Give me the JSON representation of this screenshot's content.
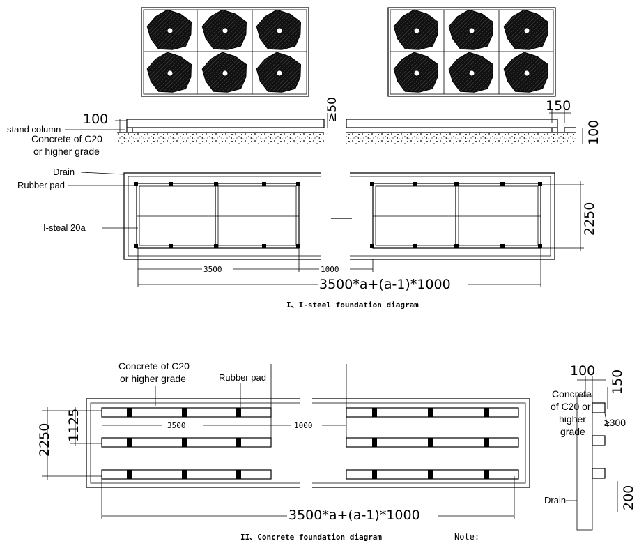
{
  "section1": {
    "caption": "I、I-steel foundation diagram",
    "labels": {
      "stand_column": "stand column",
      "concrete_line1": "Concrete of C20",
      "concrete_line2": "or higher grade",
      "drain": "Drain",
      "rubber_pad": "Rubber pad",
      "i_steel": "I-steal 20a"
    },
    "dims": {
      "d100_left": "100",
      "d50": "≥50",
      "d150": "150",
      "d100_right": "100",
      "d2250": "2250",
      "d3500": "3500",
      "d1000": "1000",
      "formula": "3500*a+(a-1)*1000"
    }
  },
  "section2": {
    "caption": "II、Concrete foundation diagram",
    "note": "Note:",
    "labels": {
      "concrete_line1": "Concrete of C20",
      "concrete_line2": "or higher grade",
      "rubber_pad": "Rubber pad",
      "side_concrete_1": "Concrete",
      "side_concrete_2": "of C20 or",
      "side_concrete_3": "higher",
      "side_concrete_4": "grade",
      "drain": "Drain"
    },
    "dims": {
      "d2250": "2250",
      "d1125": "1125",
      "d3500": "3500",
      "d1000": "1000",
      "formula": "3500*a+(a-1)*1000",
      "d100": "100",
      "d150": "150",
      "d300": "≥300",
      "d200": "200"
    }
  }
}
